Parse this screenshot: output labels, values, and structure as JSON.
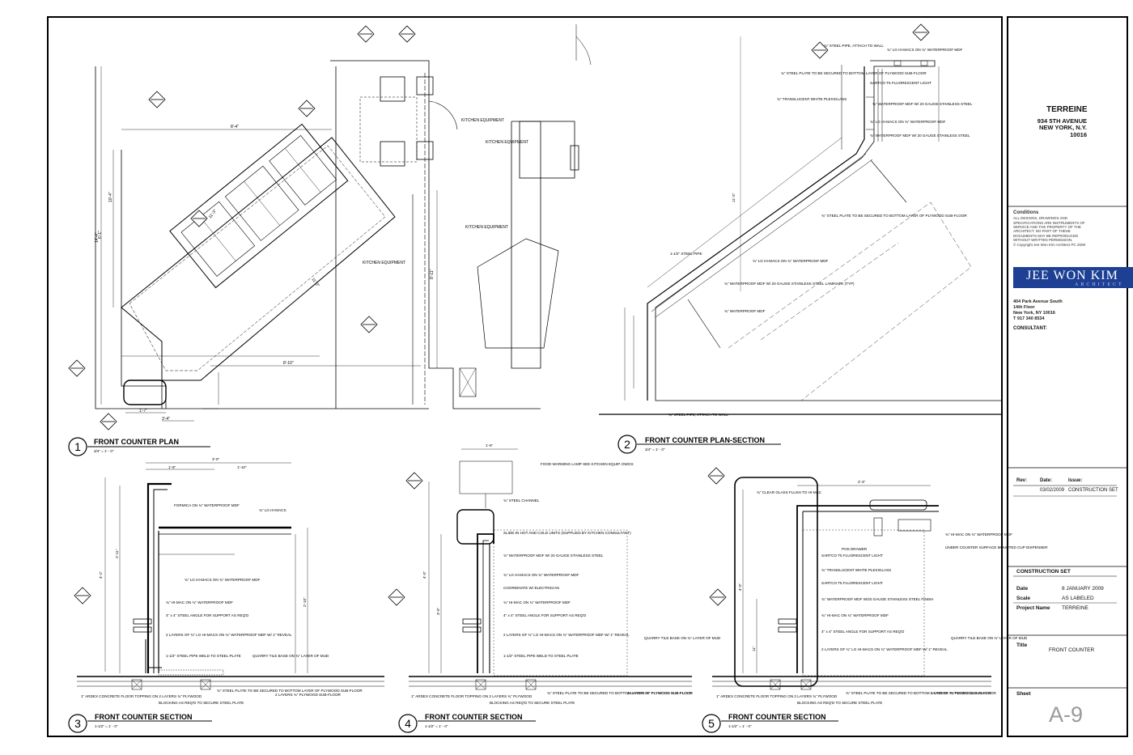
{
  "titleblock": {
    "project": "TERREINE",
    "address": [
      "934 5TH AVENUE",
      "NEW YORK, N.Y.",
      "10016"
    ],
    "conditions_heading": "Conditions",
    "conditions_text": "ALL DESIGNS, DRAWINGS AND SPECIFICATIONS ARE INSTRUMENTS OF SERVICE AND THE PROPERTY OF THE ARCHITECT. NO PART OF THESE DOCUMENTS MAY BE REPRODUCED WITHOUT WRITTEN PERMISSION.",
    "copyright": "© Copyright Jee Won Kim Architect PC 2009",
    "firm_name": "JEE WON KIM",
    "firm_sub": "ARCHITECT",
    "firm_address": [
      "404 Park Avenue South",
      "14th Floor",
      "New York, NY 10016",
      "T  917 340 8534"
    ],
    "consultant": "CONSULTANT:",
    "rev_headers": [
      "Rev:",
      "Date:",
      "Issue:"
    ],
    "rev_row": [
      "03/02/2009",
      "CONSTRUCTION SET"
    ],
    "set_label": "CONSTRUCTION SET",
    "info": [
      {
        "label": "Date",
        "value": "8 JANUARY 2009"
      },
      {
        "label": "Scale",
        "value": "AS LABELED"
      },
      {
        "label": "Project Name",
        "value": "TERREINE"
      }
    ],
    "title_label": "Title",
    "title_value": "FRONT COUNTER",
    "sheet_label": "Sheet",
    "sheet_number": "A-9"
  },
  "views": [
    {
      "num": "1",
      "title": "FRONT COUNTER PLAN",
      "scale": "3/4\" = 1' - 0\""
    },
    {
      "num": "2",
      "title": "FRONT COUNTER PLAN-SECTION",
      "scale": "3/4\" = 1' - 0\""
    },
    {
      "num": "3",
      "title": "FRONT COUNTER SECTION",
      "scale": "1-1/2\" = 1' - 0\""
    },
    {
      "num": "4",
      "title": "FRONT COUNTER SECTION",
      "scale": "1-1/2\" = 1' - 0\""
    },
    {
      "num": "5",
      "title": "FRONT COUNTER SECTION",
      "scale": "1-1/2\" = 1' - 0\""
    }
  ],
  "notes": {
    "kitchen_equipment": "KITCHEN EQUIPMENT",
    "steel_pipe_attach": "¾\" STEEL PIPE, ATTACH TO WALL",
    "lg_himacs_mdf": "¾\" LG HI-MACS ON ¾\" WATERPROOF MDF",
    "steel_plate": "¾\" STEEL PLATE TO BE SECURED TO BOTTOM LAYER OF PLYWOOD SUB-FLOOR",
    "sartco": "SARTCO T5 FLUORESCENT LIGHT",
    "translucent": "¾\" TRANSLUCENT WHITE PLEXIGLASS",
    "waterproof_ss": "¾\" WATERPROOF MDF W/ 20 GAUGE STAINLESS STEEL",
    "waterproof_mdf": "¾\" WATERPROOF MDF",
    "laminate": "¾\" WATERPROOF MDF W/ 20 GAUGE STAINLESS STEEL LAMINATE (TYP)",
    "pipe_112": "1-1/2\" STEEL PIPE",
    "formica": "FORMICA ON ¾\" WATERPROOF MDF",
    "lg_himacs": "¾\" LG HI-MACS",
    "himac_mdf": "¾\" HI-MAC ON ¾\" WATERPROOF MDF",
    "angle": "4\" x 4\" STEEL ANGLE FOR SUPPORT AS REQ'D",
    "two_layers": "2 LAYERS OF ¾\" LG HI-MACS ON ¾\" WATERPROOF MDF W/ 1\" REVEAL",
    "pipe_weld": "1-1/2\" STEEL PIPE WELD TO STEEL PLATE",
    "quarry": "QUARRY TILE BASE ON ¾\" LAYER OF MUD",
    "ardex": "1\" ARDEX CONCRETE FLOOR TOPPING ON 2 LAYERS ¾\" PLYWOOD",
    "blocking": "BLOCKING AS REQ'D TO SECURE STEEL PLATE",
    "plate_short": "¾\" STEEL PLATE TO BE SECURED TO BOTTOM LAYER OF PLYWOOD SUB-FLOOR",
    "plywood": "2 LAYERS ¾\" PLYWOOD SUB-FLOOR",
    "food_lamp": "FOOD WARMING LAMP SEE KITCHEN EQUIP. DWGS",
    "channel": "¾\" STEEL CHANNEL",
    "slide_in": "SLIDE-IN HOT AND COLD UNITS (SUPPLIED BY KITCHEN CONSULTANT)",
    "coordinate": "COORDINATE W/ ELECTRICIAN",
    "clear_glass": "¾\" CLEAR GLASS FLUSH TO HI-MAC",
    "pos": "POS DRAWER",
    "under_counter": "UNDER COUNTER SURFACE MOUNTED CUP DISPENSER",
    "ss_finish": "¾\" WATERPROOF MDF W/20 GAUGE STAINLESS STEEL FINISH"
  },
  "dims": {
    "d_14": "14'-4\"",
    "d_8": "8'-4\"",
    "d_10": "10'-4\"",
    "d_6": "6'-1\"",
    "d_2": "2'-6\"",
    "d_11": "11'-3\"",
    "d_811": "8'-11\"",
    "d_810": "8'-10\"",
    "d_17": "1'-7\"",
    "d_34": "3'-4\"",
    "d_3": "3'-0\"",
    "d_19": "1'-9\"",
    "d_110": "1'-10\"",
    "d_42": "4'-2\"",
    "d_211": "2'-11\"",
    "d_210": "2'-10\"",
    "d_16": "1'-6\"",
    "d_40": "4'-0\"",
    "d_30": "3'-0\"",
    "d_23": "2'-3\"",
    "d_11in": "11\"",
    "d_6in": "6\""
  }
}
